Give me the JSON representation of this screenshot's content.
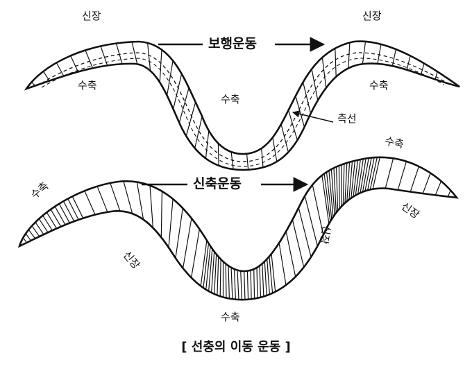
{
  "top_worm": {
    "arrow_label": "보행운동",
    "labels": {
      "extension_left": "신장",
      "extension_right": "신장",
      "contraction_left": "수축",
      "contraction_mid": "수축",
      "contraction_right": "수축",
      "lateral_line": "측선"
    }
  },
  "bottom_worm": {
    "arrow_label": "신축운동",
    "labels": {
      "contraction_left": "수축",
      "extension_left": "신장",
      "contraction_bottom": "수축",
      "extension_right": "신장",
      "contraction_top_right": "수축",
      "extension_far_right": "신장"
    }
  },
  "caption": "[ 선충의 이동 운동 ]"
}
